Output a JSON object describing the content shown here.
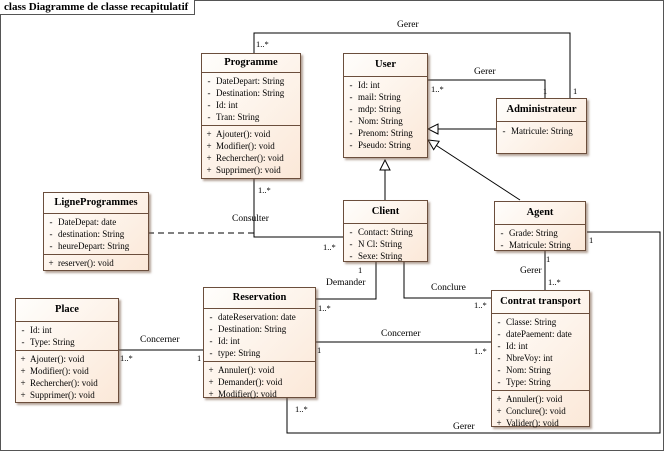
{
  "diagram": {
    "title": "class Diagramme de classe recapitulatif"
  },
  "classes": {
    "programme": {
      "name": "Programme",
      "attributes": [
        "DateDepart: String",
        "Destination: String",
        "Id: int",
        "Tran: String"
      ],
      "attr_vis": [
        "-",
        "-",
        "-",
        "-"
      ],
      "operations": [
        "Ajouter(): void",
        "Modifier(): void",
        "Rechercher(): void",
        "Supprimer(): void"
      ],
      "op_vis": [
        "+",
        "+",
        "+",
        "+"
      ]
    },
    "user": {
      "name": "User",
      "attributes": [
        "Id: int",
        "mail: String",
        "mdp: String",
        "Nom: String",
        "Prenom: String",
        "Pseudo: String"
      ],
      "attr_vis": [
        "-",
        "-",
        "-",
        "-",
        "-",
        "-"
      ]
    },
    "administrateur": {
      "name": "Administrateur",
      "attributes": [
        "Matricule: String"
      ],
      "attr_vis": [
        "-"
      ]
    },
    "ligneprogrammes": {
      "name": "LigneProgrammes",
      "attributes": [
        "DateDepat: date",
        "destination: String",
        "heureDepart: String"
      ],
      "attr_vis": [
        "-",
        "-",
        "-"
      ],
      "operations": [
        "reserver(): void"
      ],
      "op_vis": [
        "+"
      ]
    },
    "client": {
      "name": "Client",
      "attributes": [
        "Contact: String",
        "N Cl: String",
        "Sexe: String"
      ],
      "attr_vis": [
        "-",
        "-",
        "-"
      ]
    },
    "agent": {
      "name": "Agent",
      "attributes": [
        "Grade: String",
        "Matricule: String"
      ],
      "attr_vis": [
        "-",
        "-"
      ]
    },
    "place": {
      "name": "Place",
      "attributes": [
        "Id: int",
        "Type: String"
      ],
      "attr_vis": [
        "-",
        "-"
      ],
      "operations": [
        "Ajouter(): void",
        "Modifier(): void",
        "Rechercher(): void",
        "Supprimer(): void"
      ],
      "op_vis": [
        "+",
        "+",
        "+",
        "+"
      ]
    },
    "reservation": {
      "name": "Reservation",
      "attributes": [
        "dateReservation: date",
        "Destination: String",
        "Id: int",
        "type: String"
      ],
      "attr_vis": [
        "-",
        "-",
        "-",
        "-"
      ],
      "operations": [
        "Annuler(): void",
        "Demander(): void",
        "Modifier(): void"
      ],
      "op_vis": [
        "+",
        "+",
        "+"
      ]
    },
    "contrat": {
      "name": "Contrat transport",
      "attributes": [
        "Classe: String",
        "datePaement: date",
        "Id: int",
        "NbreVoy: int",
        "Nom: String",
        "Type: String"
      ],
      "attr_vis": [
        "-",
        "-",
        "-",
        "-",
        "-",
        "-"
      ],
      "operations": [
        "Annuler(): void",
        "Conclure(): void",
        "Valider(): void"
      ],
      "op_vis": [
        "+",
        "+",
        "+"
      ]
    }
  },
  "associations": {
    "gerer_programme": "Gerer",
    "gerer_user": "Gerer",
    "consulter": "Consulter",
    "demander": "Demander",
    "conclure": "Conclure",
    "concerner_place": "Concerner",
    "concerner_contrat": "Concerner",
    "gerer_agent": "Gerer",
    "gerer_bottom": "Gerer"
  },
  "multiplicities": {
    "prog_top": "1..*",
    "admin_top": "1",
    "user_admin_user": "1..*",
    "user_admin_admin": "1",
    "prog_bottom": "1..*",
    "client_consulter": "1..*",
    "client_bottom": "1",
    "res_demander": "1..*",
    "contrat_conclure": "1..*",
    "place_right": "1..*",
    "res_left": "1",
    "res_right": "1",
    "contrat_left": "1..*",
    "agent_bottom": "1",
    "contrat_top": "1..*",
    "agent_right": "1",
    "res_bottom": "1..*"
  }
}
